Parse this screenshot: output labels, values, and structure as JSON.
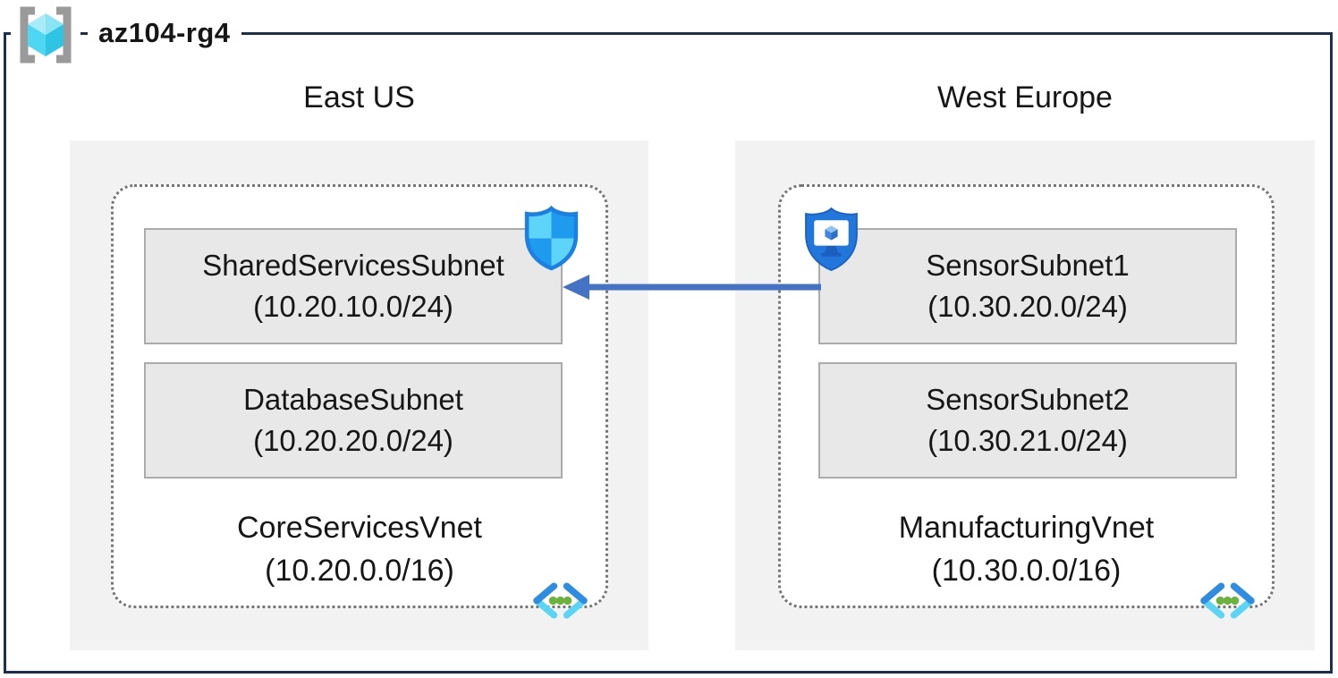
{
  "diagram": {
    "resource_group_label": "az104-rg4",
    "regions": [
      {
        "name": "East US",
        "subnets": [
          {
            "name": "SharedServicesSubnet",
            "cidr": "(10.20.10.0/24)"
          },
          {
            "name": "DatabaseSubnet",
            "cidr": "(10.20.20.0/24)"
          }
        ],
        "vnet_name": "CoreServicesVnet",
        "vnet_cidr": "(10.20.0.0/16)",
        "badge_icon": "network-security-shield-icon"
      },
      {
        "name": "West Europe",
        "subnets": [
          {
            "name": "SensorSubnet1",
            "cidr": "(10.30.20.0/24)"
          },
          {
            "name": "SensorSubnet2",
            "cidr": "(10.30.21.0/24)"
          }
        ],
        "vnet_name": "ManufacturingVnet",
        "vnet_cidr": "(10.30.0.0/16)",
        "badge_icon": "bastion-shield-icon"
      }
    ],
    "connection": {
      "from_subnet": "SensorSubnet1",
      "to_subnet": "SharedServicesSubnet",
      "direction": "right-to-left"
    },
    "colors": {
      "outer_border": "#1C2F4F",
      "region_background": "#F2F2F2",
      "subnet_background": "#E8E8E8",
      "subnet_border": "#ABABAB",
      "vnet_dotted_border": "#767676",
      "arrow_blue": "#4472C4",
      "shield_blue": "#1E9BEF",
      "shield_cyan": "#5FD4F9",
      "bastion_blue": "#2277DC",
      "cube_cyan": "#4ED7F2",
      "green_dot": "#6CB33E",
      "bracket_gray": "#9A9A9A"
    }
  }
}
